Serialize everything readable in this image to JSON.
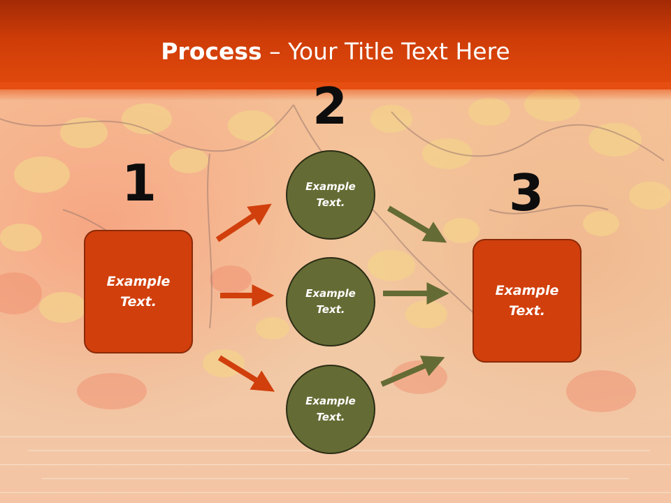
{
  "slide": {
    "title_bold": "Process",
    "title_rest": " – Your Title Text Here",
    "steps": [
      "1",
      "2",
      "3"
    ],
    "left_box_text": "Example\nText.",
    "right_box_text": "Example\nText.",
    "circles": [
      "Example\nText.",
      "Example\nText.",
      "Example\nText."
    ]
  },
  "colors": {
    "header": "#cf3d08",
    "box_fill": "#d13f0c",
    "circle_fill": "#656b34",
    "arrow_orange": "#d13f0c",
    "arrow_olive": "#656b34"
  },
  "background": {
    "theme": "autumn-leaves-over-water"
  }
}
